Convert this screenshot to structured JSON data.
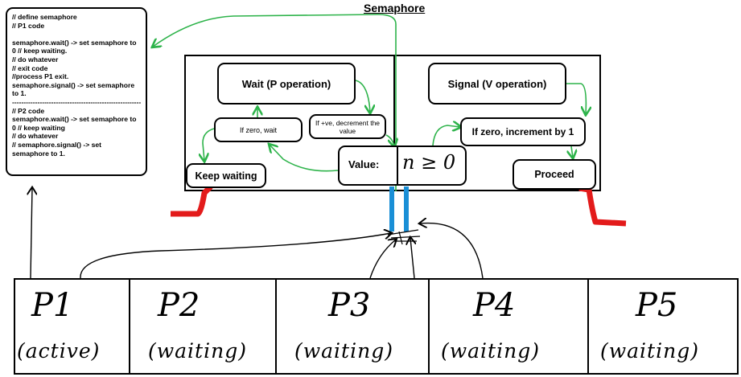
{
  "title": "Semaphore",
  "code_box": {
    "lines": [
      "// define semaphore",
      "// P1 code",
      "",
      "semaphore.wait() -> set semaphore to",
      "0 // keep waiting.",
      "// do whatever",
      "// exit code",
      "//process P1 exit.",
      "semaphore.signal() -> set semaphore",
      "to 1.",
      "--------------------------------------------------------",
      "// P2 code",
      "semaphore.wait() -> set semaphore to",
      "0 // keep waiting",
      "// do whatever",
      "// semaphore.signal() -> set",
      "semaphore to 1."
    ]
  },
  "nodes": {
    "wait": "Wait (P operation)",
    "signal": "Signal (V operation)",
    "if_zero_wait": "If zero, wait",
    "if_positive_decrement": "If +ve, decrement the value",
    "if_zero_increment": "If zero, increment by 1",
    "keep_waiting": "Keep waiting",
    "proceed": "Proceed",
    "value_label": "Value:",
    "value_expr": "n ≥ 0"
  },
  "processes": [
    {
      "name": "P1",
      "state": "(active)"
    },
    {
      "name": "P2",
      "state": "(waiting)"
    },
    {
      "name": "P3",
      "state": "(waiting)"
    },
    {
      "name": "P4",
      "state": "(waiting)"
    },
    {
      "name": "P5",
      "state": "(waiting)"
    }
  ],
  "colors": {
    "flow_arrow": "#2db34a",
    "line": "#000000",
    "red_mark": "#e31b1b",
    "blue_bar": "#1a8fd6"
  }
}
